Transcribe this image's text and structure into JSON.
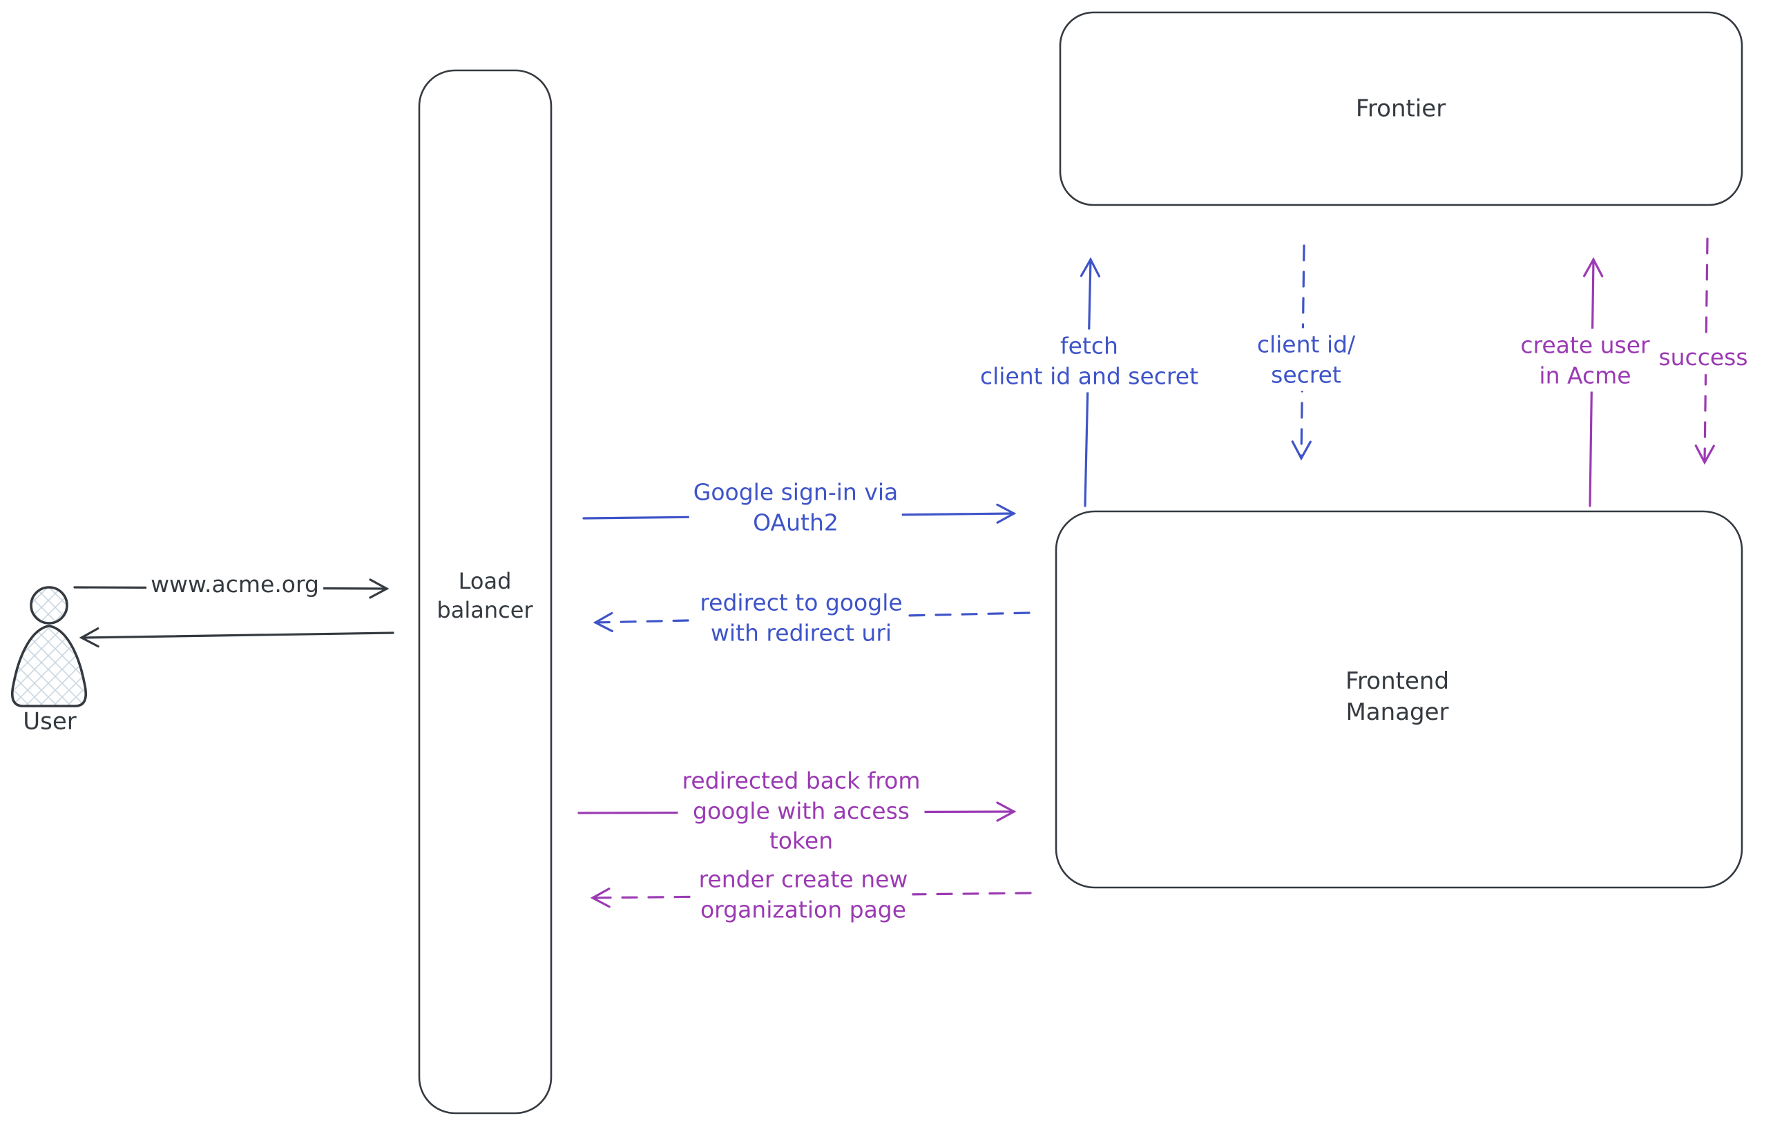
{
  "diagram": {
    "type": "flow-diagram",
    "colors": {
      "dark": "#343a40",
      "blue": "#3e54c8",
      "purple": "#9b3ab3",
      "hatch": "#ccd7e0"
    },
    "nodes": [
      {
        "id": "user",
        "type": "actor",
        "label_lines": [
          "User"
        ]
      },
      {
        "id": "load-balancer",
        "type": "rectangle",
        "label_lines": [
          "Load",
          "balancer"
        ]
      },
      {
        "id": "frontier",
        "type": "rectangle",
        "label_lines": [
          "Frontier"
        ]
      },
      {
        "id": "frontend-manager",
        "type": "rectangle",
        "label_lines": [
          "Frontend",
          "Manager"
        ]
      }
    ],
    "edges": [
      {
        "id": "www-acme",
        "from": "user",
        "to": "load-balancer",
        "style": "solid",
        "color": "dark",
        "lines": [
          "www.acme.org"
        ]
      },
      {
        "id": "response-to-user",
        "from": "load-balancer",
        "to": "user",
        "style": "solid",
        "color": "dark",
        "lines": []
      },
      {
        "id": "google-signin",
        "from": "load-balancer",
        "to": "frontend-manager",
        "style": "solid",
        "color": "blue",
        "lines": [
          "Google sign-in via",
          "OAuth2"
        ]
      },
      {
        "id": "redirect-to-google",
        "from": "frontend-manager",
        "to": "load-balancer",
        "style": "dashed",
        "color": "blue",
        "lines": [
          "redirect to google",
          "with redirect uri"
        ]
      },
      {
        "id": "redirected-back",
        "from": "load-balancer",
        "to": "frontend-manager",
        "style": "solid",
        "color": "purple",
        "lines": [
          "redirected back from",
          "google with access",
          "token"
        ]
      },
      {
        "id": "render-org-page",
        "from": "frontend-manager",
        "to": "load-balancer",
        "style": "dashed",
        "color": "purple",
        "lines": [
          "render create new",
          "organization page"
        ]
      },
      {
        "id": "fetch-client-creds",
        "from": "frontend-manager",
        "to": "frontier",
        "style": "solid",
        "color": "blue",
        "lines": [
          "fetch",
          "client id and secret"
        ]
      },
      {
        "id": "client-id-secret",
        "from": "frontier",
        "to": "frontend-manager",
        "style": "dashed",
        "color": "blue",
        "lines": [
          "client id/",
          "secret"
        ]
      },
      {
        "id": "create-user",
        "from": "frontend-manager",
        "to": "frontier",
        "style": "solid",
        "color": "purple",
        "lines": [
          "create user",
          "in Acme"
        ]
      },
      {
        "id": "success",
        "from": "frontier",
        "to": "frontend-manager",
        "style": "dashed",
        "color": "purple",
        "lines": [
          "success"
        ]
      }
    ]
  }
}
